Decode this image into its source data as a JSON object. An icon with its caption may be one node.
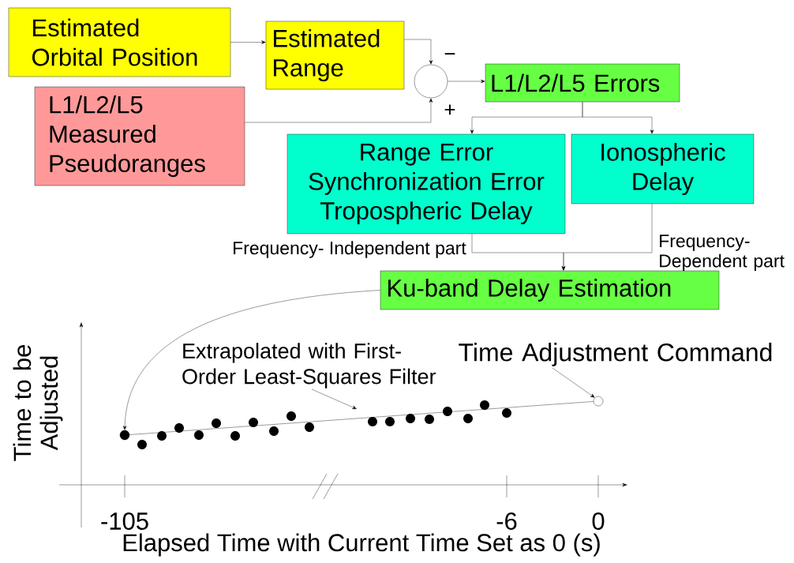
{
  "diagram": {
    "nodes": [
      {
        "text": [
          "Estimated Orbital Position"
        ]
      },
      {
        "text": [
          "Estimated Range"
        ]
      },
      {
        "text": [
          "L1/L2/L5 Measured Pseudoranges"
        ]
      },
      {
        "text": [],
        "shape": "circle"
      },
      {
        "text": [
          "L1/L2/L5 Errors"
        ]
      },
      {
        "text": [
          "Range Error Synchronization Error Tropospheric Delay"
        ]
      },
      {
        "text": [
          "Ionospheric Delay"
        ]
      },
      {
        "text": [
          "Ku-band Delay Estimation"
        ]
      },
      {
        "text": [],
        "shape": "circle"
      },
      {
        "text": [
          "Time Adjustment Command"
        ]
      },
      {
        "text": [],
        "shape": "circle"
      },
      {
        "text": [
          "Extrapolated with First- Order Least-Squares Filter"
        ]
      }
    ],
    "edges": [
      {
        "from": 0,
        "to": 1,
        "arrow": "to"
      },
      {
        "from": 1,
        "to": 3,
        "arrow": "to",
        "label": "−"
      },
      {
        "from": 2,
        "to": 3,
        "arrow": "to",
        "label": "+"
      },
      {
        "from": 3,
        "to": 4,
        "arrow": "to"
      },
      {
        "from": 4,
        "to": 5,
        "arrow": "to"
      },
      {
        "from": 4,
        "to": 6,
        "arrow": "to"
      },
      {
        "from": 5,
        "to": 7,
        "arrow": "to",
        "label": "Frequency- Independent part"
      },
      {
        "from": 6,
        "to": 7,
        "arrow": "to",
        "label": "Frequency- Dependent part"
      },
      {
        "from": 7,
        "to": 8,
        "arrow": "to"
      },
      {
        "from": 9,
        "to": 10,
        "arrow": "to"
      },
      {
        "from": 8,
        "to": 10,
        "arrow": "none"
      },
      {
        "from": 11,
        "to": null,
        "arrow": "to"
      }
    ],
    "labels": [
      "Time to be Adjusted",
      "-105",
      "-6",
      "0",
      "Elapsed Time with Current Time Set as 0 (s)"
    ]
  }
}
